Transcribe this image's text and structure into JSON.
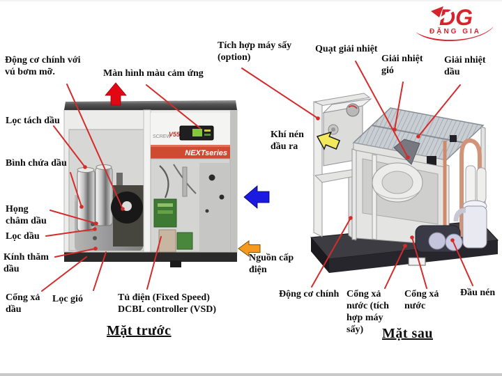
{
  "logo": {
    "monogram": "DG",
    "company": "ĐẶNG GIA",
    "color": "#d6242c"
  },
  "front_view": {
    "caption": "Mặt trước",
    "machine": {
      "brand": "SCREW",
      "model": "V55",
      "series": "NEXTseries"
    },
    "labels": {
      "motor_grease": "Động cơ chính với vú bơm mỡ.",
      "touch_screen": "Màn hình màu cảm ứng",
      "oil_separator_filter": "Lọc tách dầu",
      "oil_tank": "Bình chứa dầu",
      "oil_filler_neck": "Họng châm dầu",
      "oil_filter": "Lọc dầu",
      "oil_sight_glass": "Kính thăm dầu",
      "oil_drain_port": "Cổng xả dầu",
      "air_filter": "Lọc gió",
      "electrical_cabinet": "Tủ điện (Fixed Speed) DCBL controller (VSD)"
    }
  },
  "rear_view": {
    "caption": "Mặt sau",
    "labels": {
      "integrated_dryer": "Tích hợp máy sấy (option)",
      "cooling_fan": "Quạt giải nhiệt",
      "air_cooler": "Giải nhiệt gió",
      "oil_cooler": "Giải nhiệt dầu",
      "air_outlet": "Khí nén đầu ra",
      "power_supply": "Nguồn cấp điện",
      "main_motor": "Động cơ chính",
      "water_drain_dryer": "Cổng xả nước (tích hợp máy sấy)",
      "water_drain": "Cổng xả nước",
      "air_end": "Đầu nén"
    }
  },
  "arrows": {
    "screen_pointer_color": "#e30613",
    "air_intake_color": "#1a1ae0",
    "air_outlet_color": "#f2e95c",
    "power_inlet_color": "#f49a1f"
  },
  "connector_color": "#d42b2b"
}
